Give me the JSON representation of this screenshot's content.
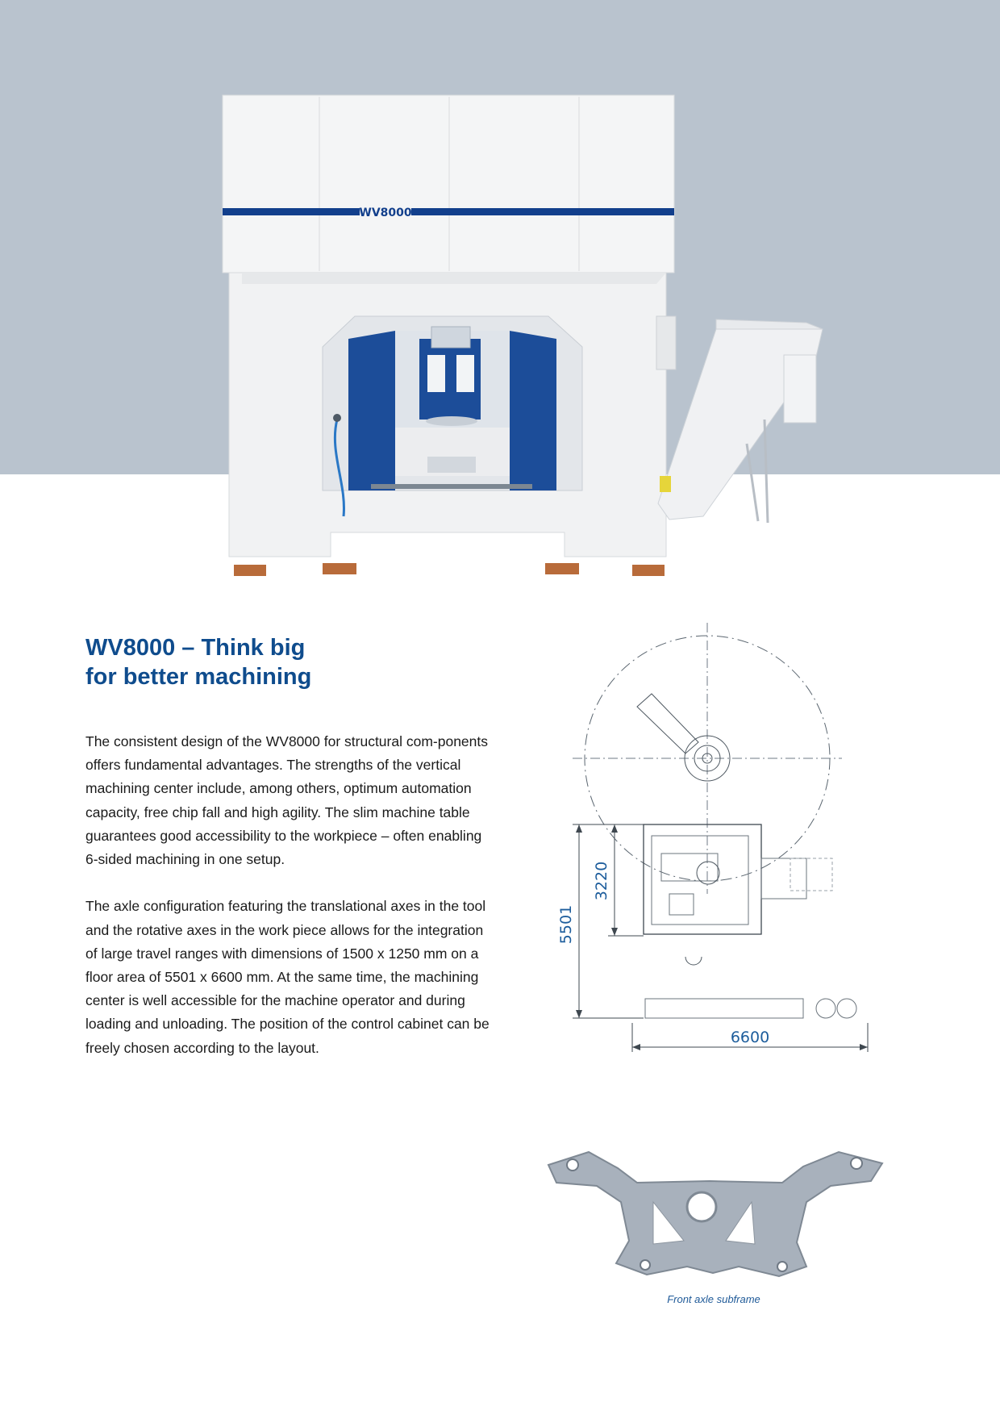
{
  "hero": {
    "machine_label": "WV8000",
    "band_color": "#b9c3ce",
    "stripe_color": "#123f8c"
  },
  "headline": {
    "line1": "WV8000 – Think big",
    "line2": "for better machining"
  },
  "body": {
    "paragraph1": "The consistent design of the WV8000 for structural com-ponents offers fundamental advantages. The strengths of the vertical machining center include, among others, optimum automation capacity, free chip fall and high agility. The slim machine table guarantees good accessibility to the workpiece – often enabling 6-sided machining in one setup.",
    "paragraph2": "The axle configuration featuring the translational axes in the tool and the rotative axes in the work piece allows for the integration of large travel ranges with dimensions of 1500 x 1250 mm on a floor area of 5501 x 6600 mm. At the same time, the machining center is well accessible for the machine operator and during loading and unloading. The position of the control cabinet can be freely chosen according to the layout."
  },
  "drawing": {
    "dim_total_depth": "5501",
    "dim_partial_depth": "3220",
    "dim_width": "6600"
  },
  "part": {
    "caption": "Front axle subframe"
  },
  "colors": {
    "headline": "#0f4c8d",
    "dimension": "#1d5d9c",
    "body_text": "#1b1b1b"
  }
}
